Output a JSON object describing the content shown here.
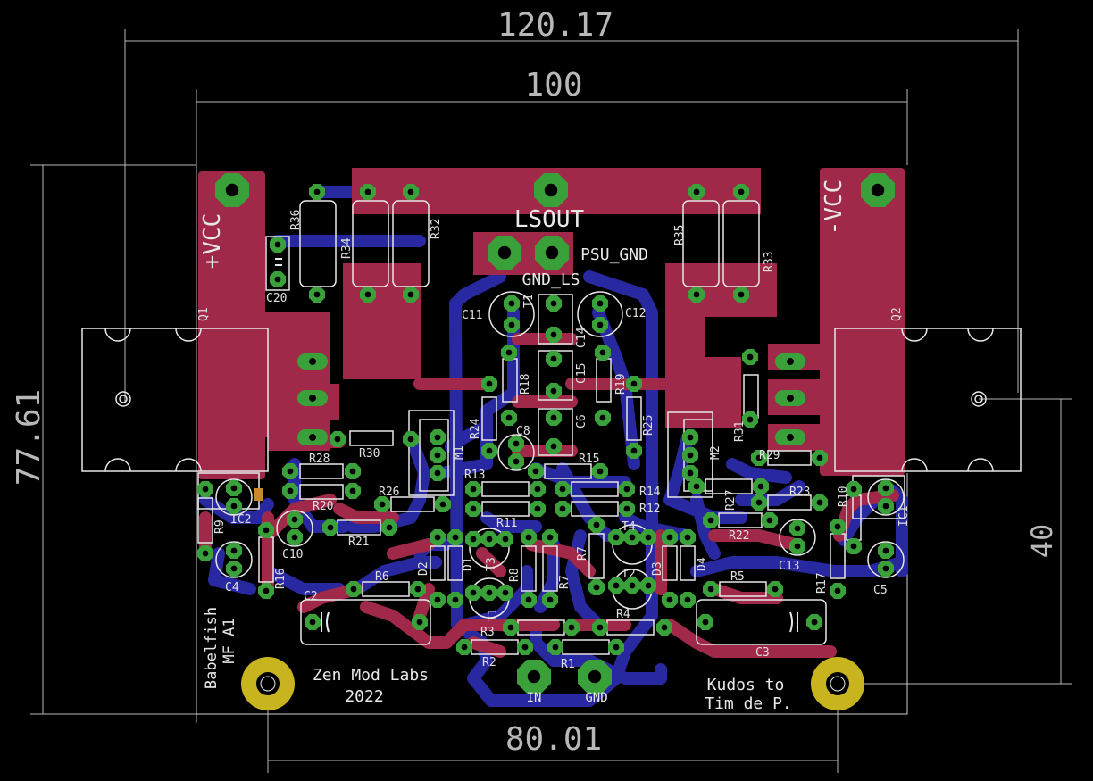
{
  "dimensions": {
    "overall_width": "120.17",
    "board_width": "100",
    "height": "77.61",
    "mount_height": "40",
    "mount_spacing": "80.01"
  },
  "nets": {
    "ls_out": "LSOUT",
    "psu_gnd": "PSU_GND",
    "gnd_ls": "GND_LS",
    "pos_vcc": "+VCC",
    "neg_vcc": "-VCC",
    "input": "IN",
    "gnd": "GND"
  },
  "silkscreen": {
    "project": "Babelfish",
    "model": "MF A1",
    "maker": "Zen Mod Labs",
    "year": "2022",
    "kudos_line1": "Kudos to",
    "kudos_line2": "Tim de P."
  },
  "refdes": {
    "q1": "Q1",
    "q2": "Q2",
    "r1": "R1",
    "r2": "R2",
    "r3": "R3",
    "r4": "R4",
    "r5": "R5",
    "r6": "R6",
    "r7": "R7",
    "r8": "R8",
    "r9": "R9",
    "r10": "R10",
    "r11": "R11",
    "r12": "R12",
    "r13": "R13",
    "r14": "R14",
    "r15": "R15",
    "r16": "R16",
    "r17": "R17",
    "r18": "R18",
    "r19": "R19",
    "r20": "R20",
    "r21": "R21",
    "r22": "R22",
    "r23": "R23",
    "r24": "R24",
    "r25": "R25",
    "r26": "R26",
    "r27": "R27",
    "r28": "R28",
    "r29": "R29",
    "r30": "R30",
    "r31": "R31",
    "r32": "R32",
    "r33": "R33",
    "r34": "R34",
    "r35": "R35",
    "r36": "R36",
    "c2": "C2",
    "c3": "C3",
    "c4": "C4",
    "c5": "C5",
    "c6": "C6",
    "c8": "C8",
    "c10": "C10",
    "c11": "C11",
    "c12": "C12",
    "c13": "C13",
    "c14": "C14",
    "c15": "C15",
    "c20": "C20",
    "d1": "D1",
    "d2": "D2",
    "d3": "D3",
    "d4": "D4",
    "t1": "T1",
    "t2": "T2",
    "t3": "T3",
    "t4": "T4",
    "ic1": "IC1",
    "ic2": "IC2",
    "m1": "M1",
    "m2": "M2"
  },
  "colors": {
    "background": "#000000",
    "top_copper": "#a02848",
    "bottom_copper": "#2828a0",
    "pad": "#3aa03a",
    "silkscreen": "#e8e8e8",
    "mount_hole": "#c8b41e",
    "dimension": "#b8b8b8"
  }
}
